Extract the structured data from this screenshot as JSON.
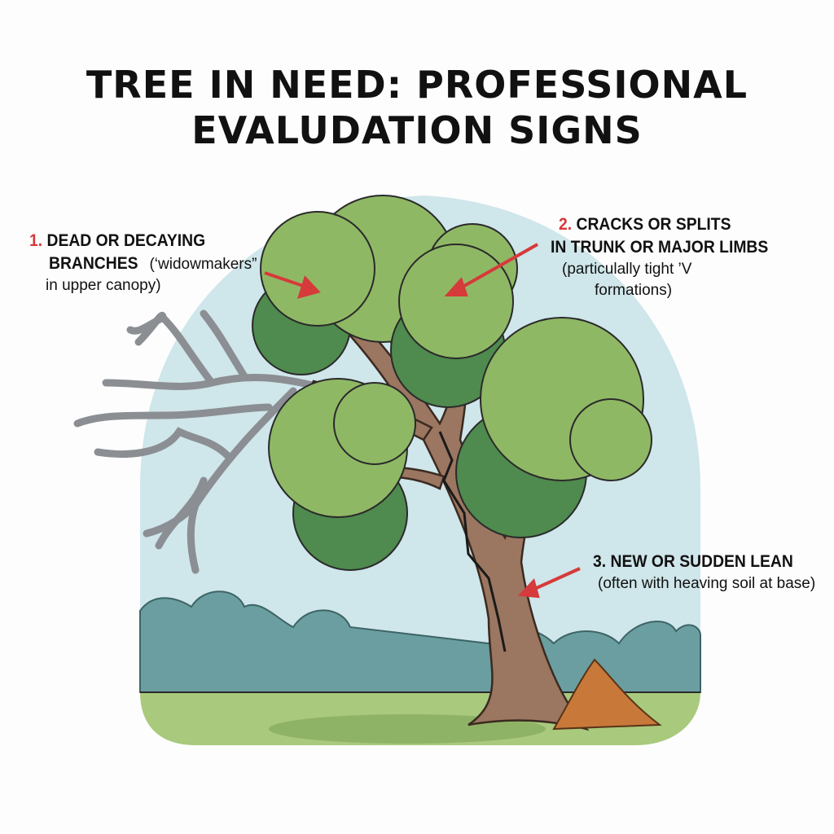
{
  "title": {
    "line1": "TREE IN NEED: PROFESSIONAL",
    "line2": "EVALUDATION SIGNS"
  },
  "callouts": [
    {
      "number": "1.",
      "heading_line1": "DEAD OR DECAYING",
      "heading_line2": "BRANCHES",
      "note_inline": "(‘widowmakers”",
      "note_line2": "in upper canopy)"
    },
    {
      "number": "2.",
      "heading_line1": "CRACKS OR SPLITS",
      "heading_line2": "IN TRUNK OR MAJOR LIMBS",
      "note_line1": "(particulally tight ’V",
      "note_line2": "formations)"
    },
    {
      "number": "3.",
      "heading_line1": "NEW OR SUDDEN LEAN",
      "note_line1": "(often with heaving soil at base)"
    }
  ],
  "colors": {
    "arrow": "#d63a3a",
    "sky": "#cfe6ea",
    "bushes": "#6b9ea0",
    "grass": "#a9c97c",
    "trunk": "#9b7660",
    "leaf_light": "#8fb865",
    "leaf_dark": "#4f8a4e",
    "dead_branch": "#8b8e93",
    "soil": "#c8793a"
  }
}
